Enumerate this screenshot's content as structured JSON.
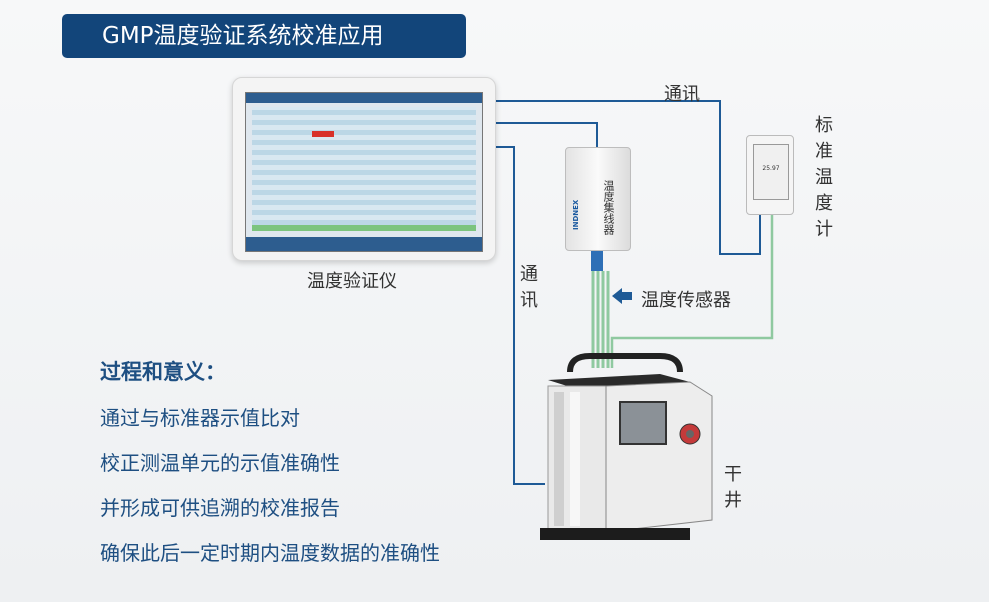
{
  "title": "GMP温度验证系统校准应用",
  "labels": {
    "instrument": "温度验证仪",
    "comm_top": "通讯",
    "comm_left": [
      "通",
      "讯"
    ],
    "reference": [
      "标",
      "准",
      "温",
      "度",
      "计"
    ],
    "sensor": "温度传感器",
    "drywell": [
      "干",
      "井"
    ],
    "hub_text": "温度集线器",
    "hub_brand": "INDNEX",
    "thermo_reading": "25.97"
  },
  "process": {
    "heading": "过程和意义：",
    "lines": [
      "通过与标准器示值比对",
      "校正测温单元的示值准确性",
      "并形成可供追溯的校准报告",
      "确保此后一定时期内温度数据的准确性"
    ]
  },
  "colors": {
    "title_bg": "#12457a",
    "wire_blue": "#1e5a96",
    "wire_green": "#8fc9a0",
    "text_blue": "#1e4f82"
  }
}
